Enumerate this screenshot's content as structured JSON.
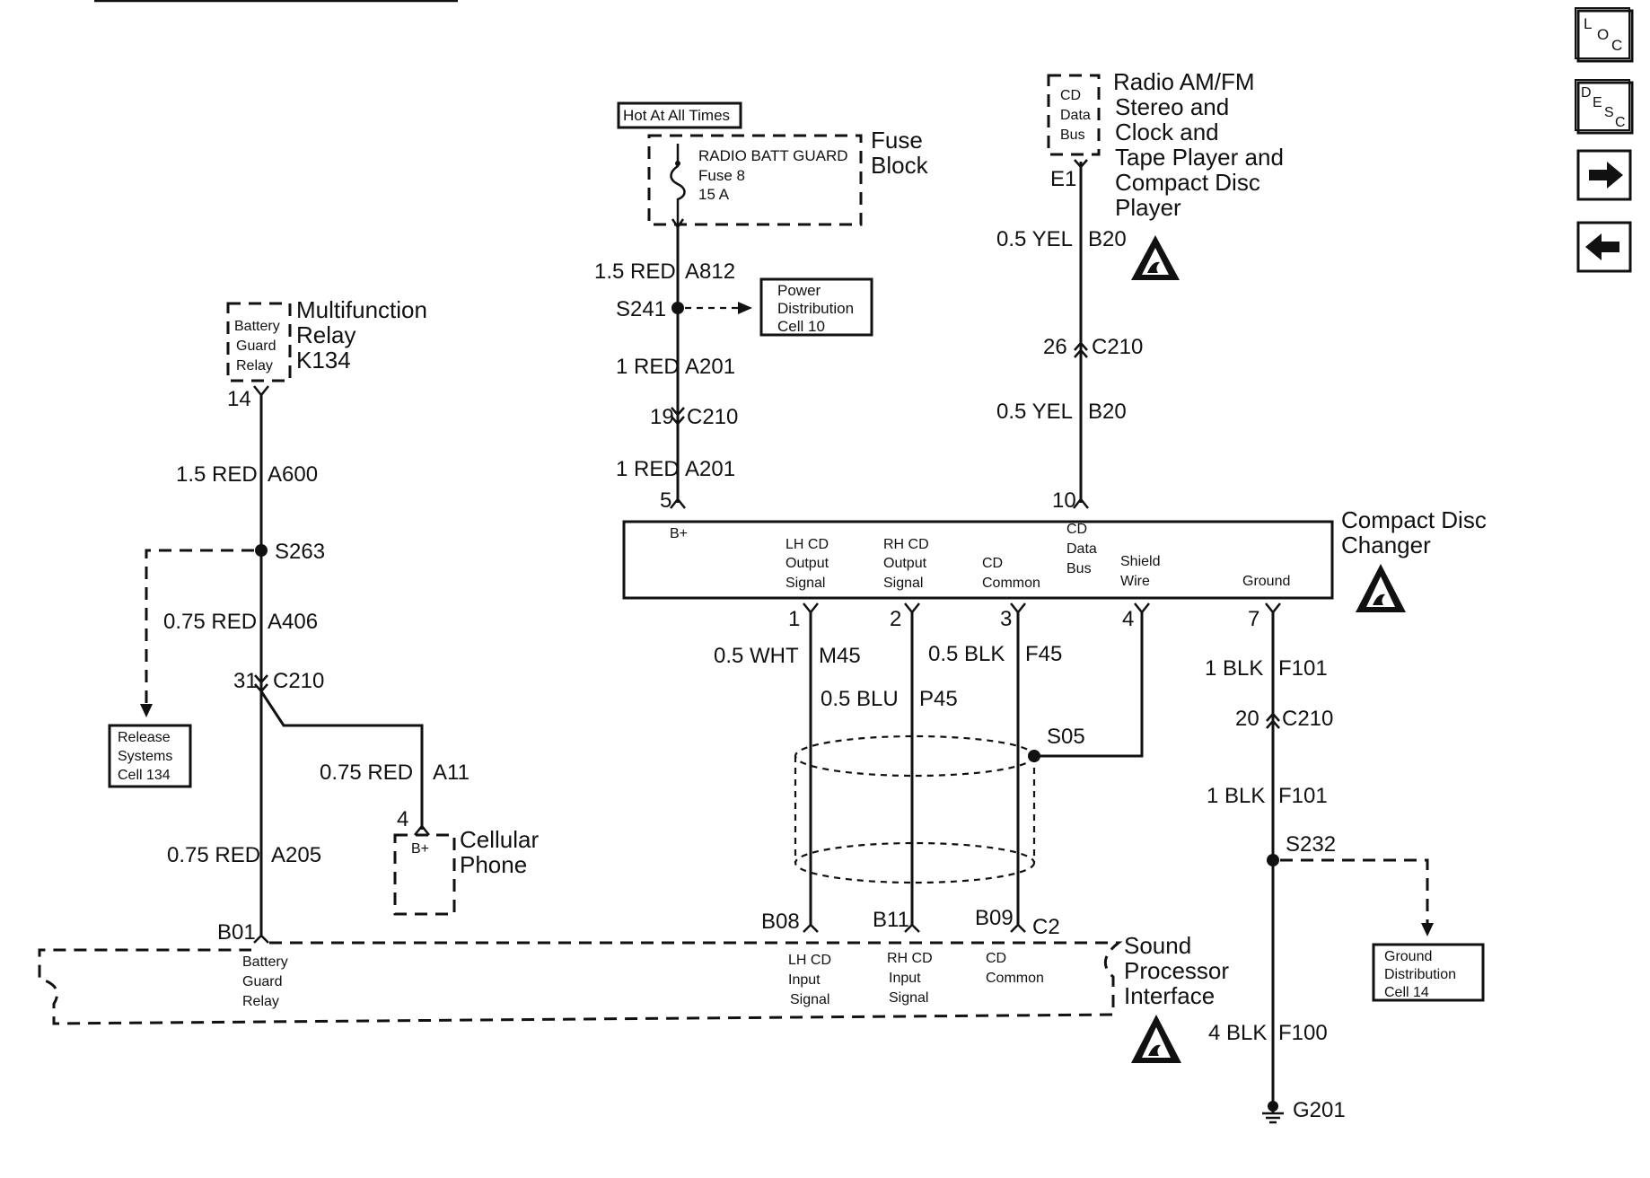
{
  "nav": {
    "loc": {
      "l": "L",
      "o": "O",
      "c": "C"
    },
    "desc": {
      "d": "D",
      "e": "E",
      "s": "S",
      "c": "C"
    },
    "forward_arrow": "→",
    "back_arrow": "←"
  },
  "fuse_block": {
    "hot_label": "Hot At All Times",
    "fuse_name": "RADIO BATT GUARD",
    "fuse_number": "Fuse 8",
    "fuse_rating": "15 A",
    "title_1": "Fuse",
    "title_2": "Block"
  },
  "radio": {
    "bus_1": "CD",
    "bus_2": "Data",
    "bus_3": "Bus",
    "title_1": "Radio AM/FM",
    "title_2": "Stereo and",
    "title_3": "Clock and",
    "title_4": "Tape Player and",
    "title_5": "Compact Disc",
    "title_6": "Player",
    "pin": "E1"
  },
  "relay": {
    "box_1": "Battery",
    "box_2": "Guard",
    "box_3": "Relay",
    "title_1": "Multifunction",
    "title_2": "Relay",
    "title_3": "K134",
    "pin": "14"
  },
  "wires": {
    "a812": {
      "gauge": "1.5 RED",
      "circuit": "A812"
    },
    "a201_upper": {
      "gauge": "1 RED",
      "circuit": "A201"
    },
    "a201_lower": {
      "gauge": "1 RED",
      "circuit": "A201"
    },
    "b20_upper": {
      "gauge": "0.5 YEL",
      "circuit": "B20"
    },
    "b20_lower": {
      "gauge": "0.5 YEL",
      "circuit": "B20"
    },
    "a600": {
      "gauge": "1.5 RED",
      "circuit": "A600"
    },
    "a406": {
      "gauge": "0.75 RED",
      "circuit": "A406"
    },
    "a11": {
      "gauge": "0.75 RED",
      "circuit": "A11"
    },
    "a205": {
      "gauge": "0.75 RED",
      "circuit": "A205"
    },
    "m45": {
      "gauge": "0.5 WHT",
      "circuit": "M45"
    },
    "p45": {
      "gauge": "0.5 BLU",
      "circuit": "P45"
    },
    "f45": {
      "gauge": "0.5 BLK",
      "circuit": "F45"
    },
    "f101_upper": {
      "gauge": "1 BLK",
      "circuit": "F101"
    },
    "f101_lower": {
      "gauge": "1 BLK",
      "circuit": "F101"
    },
    "f100": {
      "gauge": "4 BLK",
      "circuit": "F100"
    }
  },
  "splices": {
    "s241": "S241",
    "s263": "S263",
    "s05": "S05",
    "s232": "S232"
  },
  "connectors": {
    "c210_power": {
      "pin": "19",
      "name": "C210"
    },
    "c210_radio": {
      "pin": "26",
      "name": "C210"
    },
    "c210_relay": {
      "pin": "31",
      "name": "C210"
    },
    "c210_ground": {
      "pin": "20",
      "name": "C210"
    }
  },
  "references": {
    "power_dist_1": "Power",
    "power_dist_2": "Distribution",
    "power_dist_3": "Cell 10",
    "release_1": "Release",
    "release_2": "Systems",
    "release_3": "Cell 134",
    "ground_dist_1": "Ground",
    "ground_dist_2": "Distribution",
    "ground_dist_3": "Cell 14"
  },
  "changer": {
    "title_1": "Compact Disc",
    "title_2": "Changer",
    "pin_power": "5",
    "pin_bus": "10",
    "bplus": "B+",
    "lh_1": "LH CD",
    "lh_2": "Output",
    "lh_3": "Signal",
    "rh_1": "RH CD",
    "rh_2": "Output",
    "rh_3": "Signal",
    "common_1": "CD",
    "common_2": "Common",
    "bus_1": "CD",
    "bus_2": "Data",
    "bus_3": "Bus",
    "shield_1": "Shield",
    "shield_2": "Wire",
    "ground": "Ground",
    "pin_1": "1",
    "pin_2": "2",
    "pin_3": "3",
    "pin_4": "4",
    "pin_7": "7"
  },
  "phone": {
    "pin": "4",
    "bplus": "B+",
    "title_1": "Cellular",
    "title_2": "Phone"
  },
  "sound_processor": {
    "pin_b01": "B01",
    "pin_b08": "B08",
    "pin_b11": "B11",
    "pin_b09": "B09",
    "pin_c2": "C2",
    "relay_1": "Battery",
    "relay_2": "Guard",
    "relay_3": "Relay",
    "lh_1": "LH CD",
    "lh_2": "Input",
    "lh_3": "Signal",
    "rh_1": "RH CD",
    "rh_2": "Input",
    "rh_3": "Signal",
    "common_1": "CD",
    "common_2": "Common",
    "title_1": "Sound",
    "title_2": "Processor",
    "title_3": "Interface"
  },
  "ground": {
    "name": "G201"
  }
}
